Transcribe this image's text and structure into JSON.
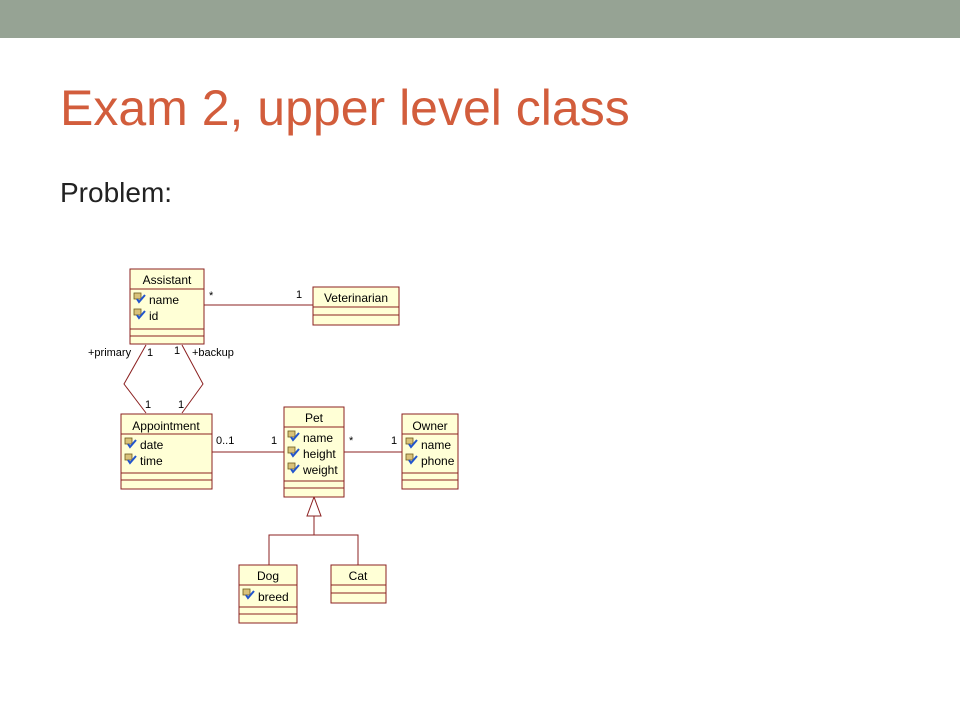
{
  "slide": {
    "title": "Exam 2, upper level class",
    "subtitle": "Problem:",
    "colors": {
      "top_bar": "#96a394",
      "title": "#d25d3c",
      "box_fill": "#ffffd6",
      "box_border": "#8b2020"
    }
  },
  "diagram": {
    "classes": {
      "assistant": {
        "name": "Assistant",
        "attributes": [
          "name",
          "id"
        ]
      },
      "veterinarian": {
        "name": "Veterinarian",
        "attributes": []
      },
      "appointment": {
        "name": "Appointment",
        "attributes": [
          "date",
          "time"
        ]
      },
      "pet": {
        "name": "Pet",
        "attributes": [
          "name",
          "height",
          "weight"
        ]
      },
      "owner": {
        "name": "Owner",
        "attributes": [
          "name",
          "phone"
        ]
      },
      "dog": {
        "name": "Dog",
        "attributes": [
          "breed"
        ]
      },
      "cat": {
        "name": "Cat",
        "attributes": []
      }
    },
    "attribute_icon": "private-attribute-icon",
    "associations": {
      "assistant_veterinarian": {
        "assistant_end": "*",
        "veterinarian_end": "1"
      },
      "primary": {
        "role": "+primary",
        "assistant_end": "1",
        "appointment_end": "1"
      },
      "backup": {
        "role": "+backup",
        "assistant_end": "1",
        "appointment_end": "1"
      },
      "appointment_pet": {
        "appointment_end": "0..1",
        "pet_end": "1"
      },
      "pet_owner": {
        "pet_end": "*",
        "owner_end": "1"
      }
    },
    "generalization": {
      "parent": "Pet",
      "children": [
        "Dog",
        "Cat"
      ]
    }
  }
}
